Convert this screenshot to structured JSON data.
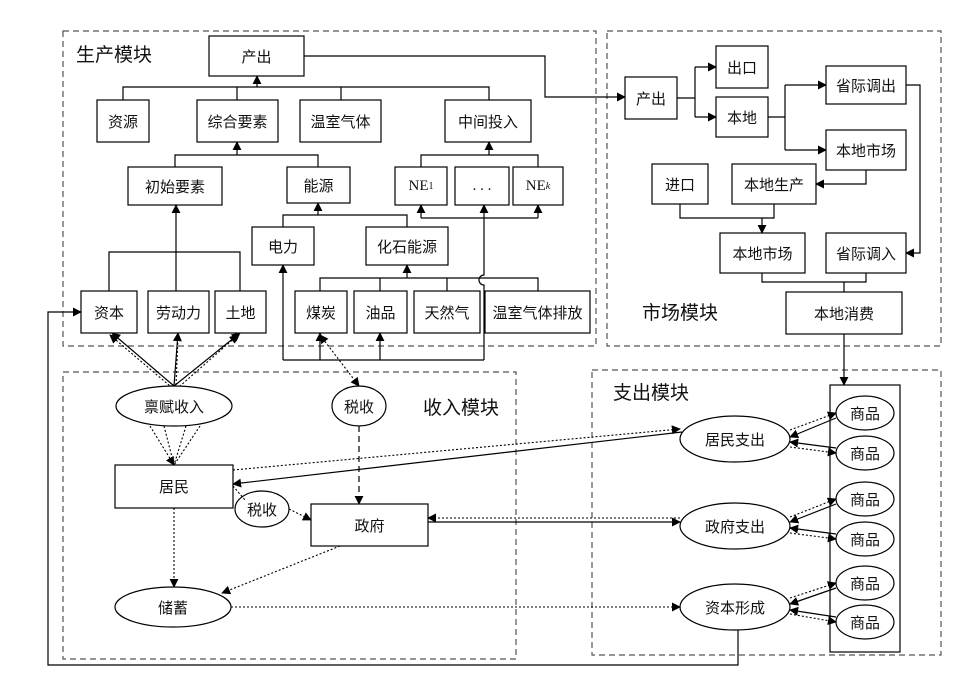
{
  "modules": {
    "production": "生产模块",
    "market": "市场模块",
    "income": "收入模块",
    "expenditure": "支出模块"
  },
  "production": {
    "output": "产出",
    "resources": "资源",
    "composite": "综合要素",
    "ghg": "温室气体",
    "intermediate": "中间投入",
    "primary": "初始要素",
    "energy": "能源",
    "ne1_base": "NE",
    "ne1_sub": "1",
    "ellipsis": ". . .",
    "nek_base": "NE",
    "nek_sub": "k",
    "electricity": "电力",
    "fossil": "化石能源",
    "capital": "资本",
    "labor": "劳动力",
    "land": "土地",
    "coal": "煤炭",
    "oil": "油品",
    "gas": "天然气",
    "ghg_emission": "温室气体排放"
  },
  "market": {
    "output": "产出",
    "export": "出口",
    "local": "本地",
    "outflow": "省际调出",
    "local_market_top": "本地市场",
    "import": "进口",
    "local_production": "本地生产",
    "local_market": "本地市场",
    "inflow": "省际调入",
    "local_consumption": "本地消费"
  },
  "income": {
    "endowment_income": "禀赋收入",
    "tax_top": "税收",
    "residents": "居民",
    "tax_mid": "税收",
    "government": "政府",
    "savings": "储蓄"
  },
  "expenditure": {
    "household_spending": "居民支出",
    "government_spending": "政府支出",
    "capital_formation": "资本形成",
    "goods": [
      "商品",
      "商品",
      "商品",
      "商品",
      "商品",
      "商品"
    ]
  }
}
